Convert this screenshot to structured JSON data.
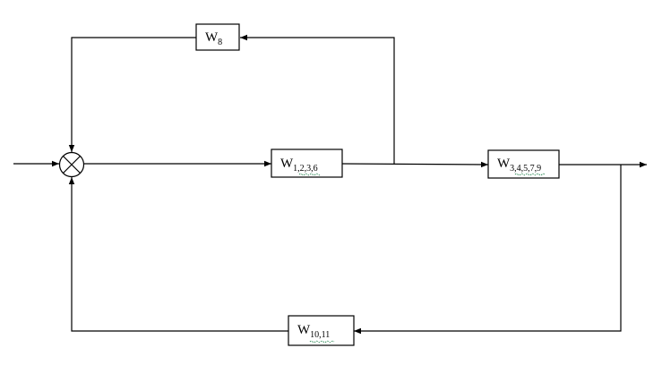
{
  "colors": {
    "line": "#000000",
    "background": "#ffffff",
    "spellcheck_underline": "#2e8b57"
  },
  "blocks": {
    "w8": {
      "main": "W",
      "sub": "8"
    },
    "w1": {
      "main": "W",
      "sub": "1,2,3,6"
    },
    "w3": {
      "main": "W",
      "sub": "3,4,5,7,9"
    },
    "w10": {
      "main": "W",
      "sub": "10,11"
    }
  }
}
